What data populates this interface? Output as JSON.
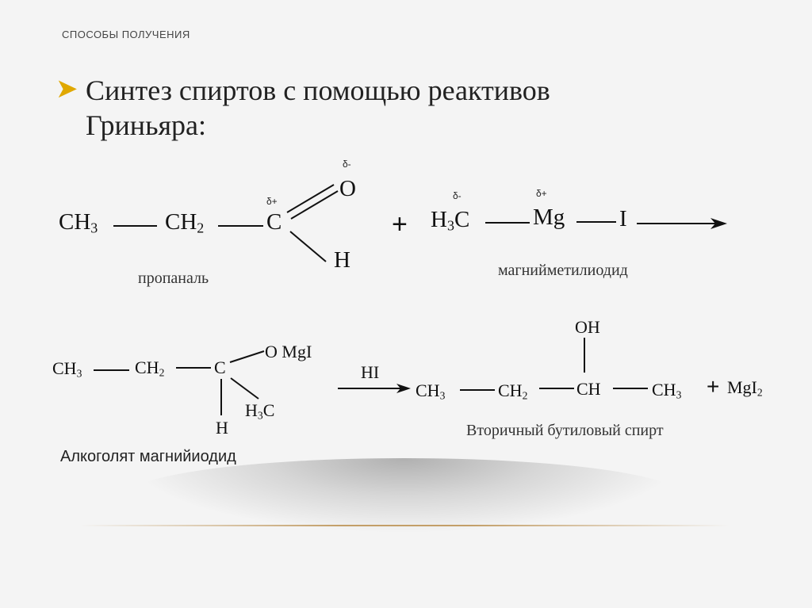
{
  "header": "СПОСОБЫ ПОЛУЧЕНИЯ",
  "title": "Синтез спиртов с помощью реактивов Гриньяра:",
  "bullet_icon": "arrow-bullet-icon",
  "reaction1": {
    "ch3": "CH",
    "ch3_sub": "3",
    "ch2": "CH",
    "ch2_sub": "2",
    "c": "C",
    "o": "O",
    "h": "H",
    "delta_plus_c": "δ+",
    "delta_minus_o": "δ-",
    "plus": "+",
    "h3c_h": "H",
    "h3c_sub": "3",
    "h3c_c": "C",
    "mg": "Mg",
    "i": "I",
    "delta_minus_c": "δ-",
    "delta_plus_mg": "δ+",
    "caption_left": "пропаналь",
    "caption_right": "магнийметилиодид"
  },
  "reaction2": {
    "ch3": "CH",
    "ch3_sub": "3",
    "ch2": "CH",
    "ch2_sub": "2",
    "c": "C",
    "omgi": "O MgI",
    "h": "H",
    "h3c_h": "H",
    "h3c_sub": "3",
    "h3c_c": "C",
    "caption_left": "Алкоголят магнийиодид",
    "reagent": "HI",
    "p_ch3a": "CH",
    "p_ch3a_sub": "3",
    "p_ch2": "CH",
    "p_ch2_sub": "2",
    "p_ch": "CH",
    "p_oh": "OH",
    "p_ch3b": "CH",
    "p_ch3b_sub": "3",
    "plus": "+",
    "mgi2": "MgI",
    "mgi2_sub": "2",
    "caption_right": "Вторичный бутиловый спирт"
  },
  "colors": {
    "accent": "#e0a800",
    "background": "#f4f4f4"
  }
}
